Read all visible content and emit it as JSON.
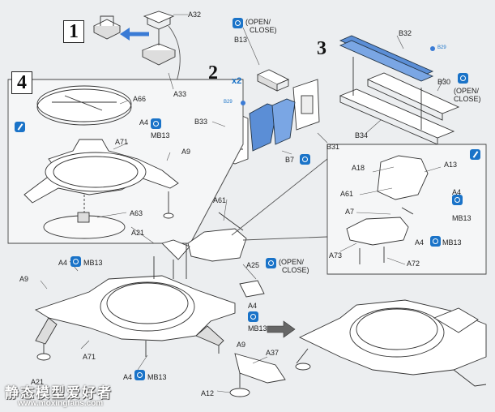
{
  "steps": [
    "1",
    "2",
    "3",
    "4"
  ],
  "labels": {
    "A32": "A32",
    "A33": "A33",
    "B13": "B13",
    "B33": "B33",
    "B7": "B7",
    "B31": "B31",
    "B32": "B32",
    "B30": "B30",
    "B34": "B34",
    "A66": "A66",
    "A4": "A4",
    "MB13": "MB13",
    "A71": "A71",
    "A9": "A9",
    "A63": "A63",
    "A21": "A21",
    "A61": "A61",
    "A18": "A18",
    "A13": "A13",
    "A7": "A7",
    "A73": "A73",
    "A72": "A72",
    "A25": "A25",
    "A37": "A37",
    "A12": "A12",
    "open": "(OPEN/",
    "close": "CLOSE)",
    "x2": "x2",
    "ref1": "B29",
    "ref2": "B29"
  },
  "watermark": {
    "title": "静态模型爱好者",
    "url": "www.moxingfans.com"
  },
  "colors": {
    "accent": "#1a73c8",
    "part_blue": "#5b8ed6",
    "line": "#333333"
  }
}
